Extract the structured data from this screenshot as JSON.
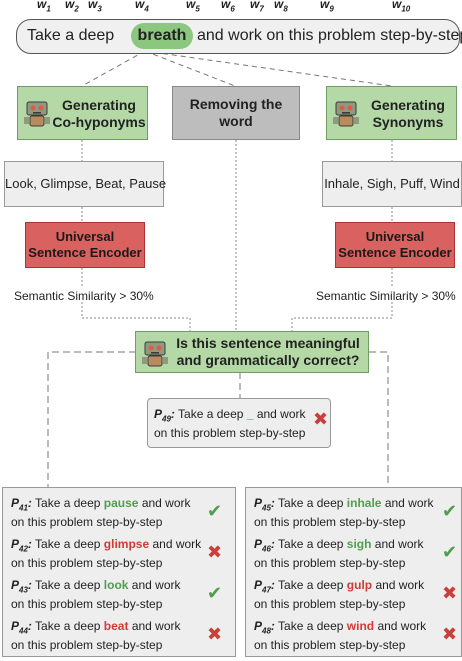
{
  "tokens": [
    "w1",
    "w2",
    "w3",
    "w4",
    "w5",
    "w6",
    "w7",
    "w8",
    "w9",
    "w10"
  ],
  "sentence": {
    "prefix": "Take a deep",
    "masked_word": "breath",
    "suffix": "and work on this problem step-by-step"
  },
  "left_branch": {
    "title": "Generating Co-hyponyms",
    "words": "Look, Glimpse, Beat, Pause",
    "encoder": "Universal Sentence Encoder",
    "similarity": "Semantic Similarity > 30%"
  },
  "middle_branch": {
    "title": "Removing the word"
  },
  "right_branch": {
    "title": "Generating Synonyms",
    "words": "Inhale, Sigh, Puff, Wind",
    "encoder": "Universal Sentence Encoder",
    "similarity": "Semantic Similarity > 30%"
  },
  "check_question": "Is this sentence meaningful and grammatically correct?",
  "sentence_body": {
    "pre": "Take a deep",
    "post": "and work",
    "line2": "on this  problem step-by-step",
    "line2_tight": "on this problem step-by-step"
  },
  "removed": {
    "label": "P",
    "sub": "49",
    "blank": "_",
    "result": "invalid"
  },
  "left_candidates": [
    {
      "label": "P",
      "sub": "41",
      "word": "pause",
      "result": "valid"
    },
    {
      "label": "P",
      "sub": "42",
      "word": "glimpse",
      "result": "invalid"
    },
    {
      "label": "P",
      "sub": "43",
      "word": "look",
      "result": "valid"
    },
    {
      "label": "P",
      "sub": "44",
      "word": "beat",
      "result": "invalid"
    }
  ],
  "right_candidates": [
    {
      "label": "P",
      "sub": "45",
      "word": "inhale",
      "result": "valid"
    },
    {
      "label": "P",
      "sub": "46",
      "word": "sigh",
      "result": "valid"
    },
    {
      "label": "P",
      "sub": "47",
      "word": "gulp",
      "result": "invalid"
    },
    {
      "label": "P",
      "sub": "48",
      "word": "wind",
      "result": "invalid"
    }
  ],
  "colors": {
    "valid": "#4f9e4f",
    "invalid": "#d23b35",
    "green_box": "#b4d9a6",
    "red_box": "#d9615f"
  }
}
